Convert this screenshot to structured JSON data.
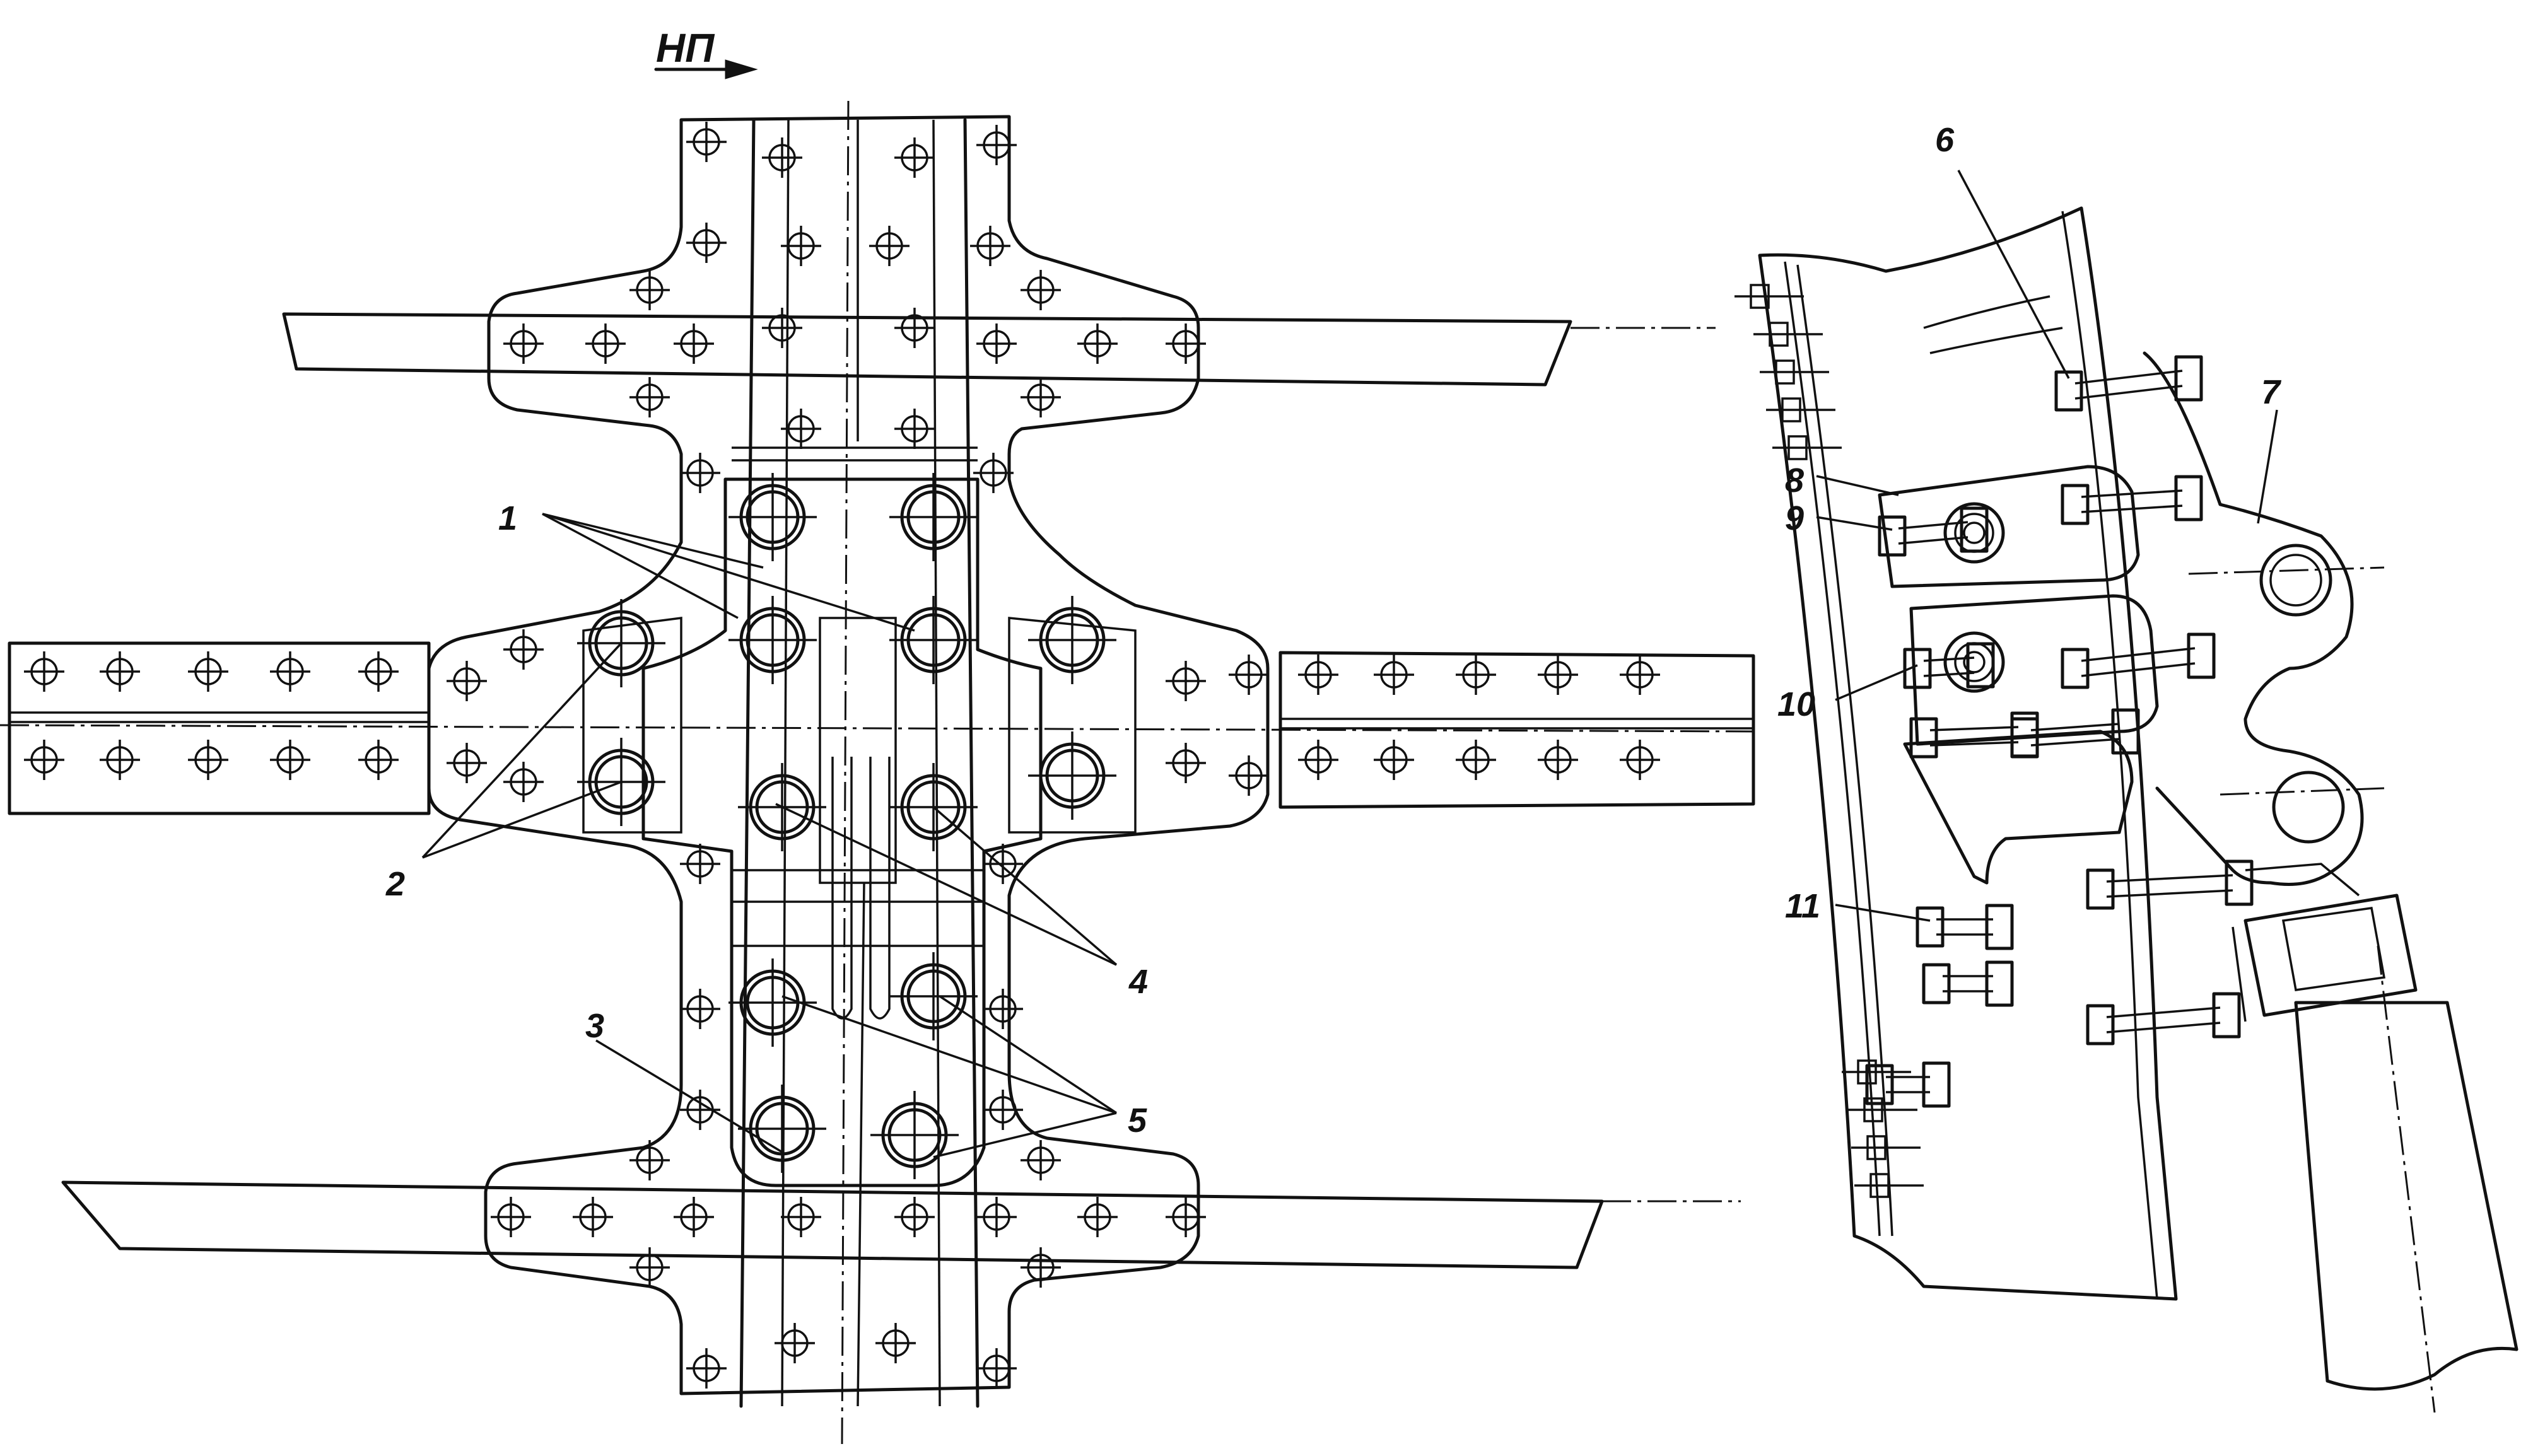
{
  "direction_label": "НП",
  "callouts": {
    "c1": "1",
    "c2": "2",
    "c3": "3",
    "c4": "4",
    "c5": "5",
    "c6": "6",
    "c7": "7",
    "c8": "8",
    "c9": "9",
    "c10": "10",
    "c11": "11"
  }
}
